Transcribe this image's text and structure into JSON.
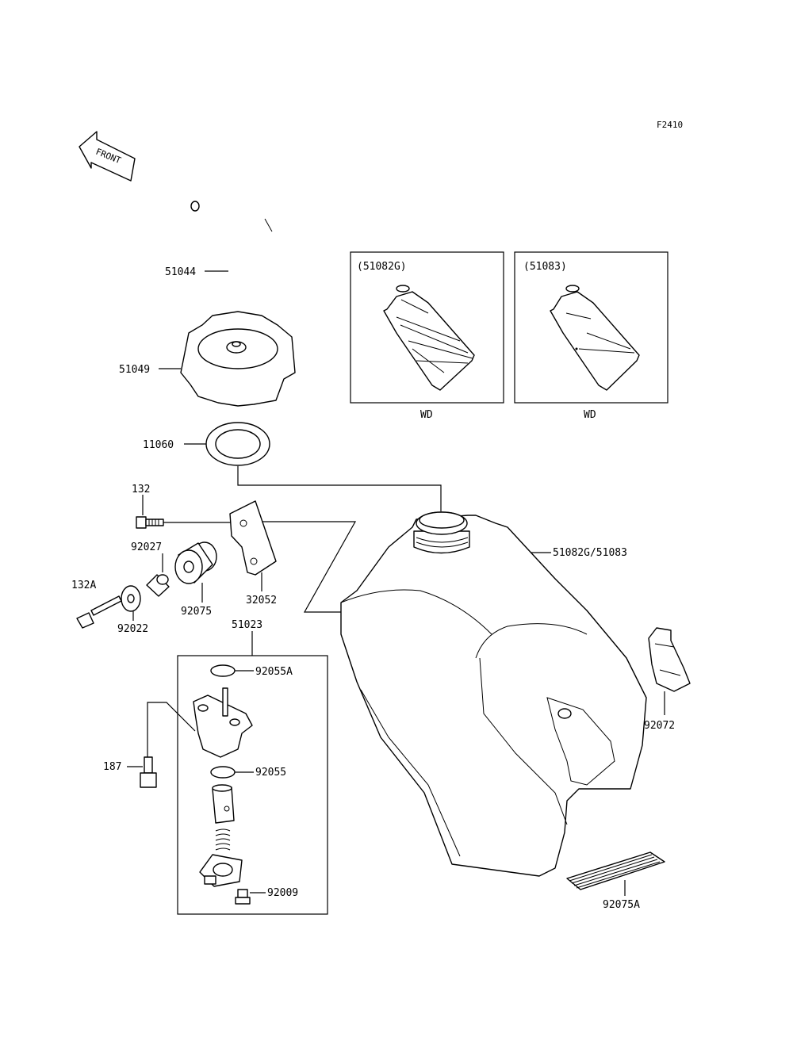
{
  "figure_code": "F2410",
  "front_label": "FRONT",
  "variants": [
    {
      "code": "(51082G)",
      "note": "WD"
    },
    {
      "code": "(51083)",
      "note": "WD"
    }
  ],
  "parts": {
    "p51044": "51044",
    "p51049": "51049",
    "p11060": "11060",
    "p132": "132",
    "p92027": "92027",
    "p132A": "132A",
    "p92075": "92075",
    "p32052": "32052",
    "p92022": "92022",
    "p51023": "51023",
    "p92055A": "92055A",
    "p187": "187",
    "p92055": "92055",
    "p92009": "92009",
    "p51082G51083": "51082G/51083",
    "p92072": "92072",
    "p92075A": "92075A"
  }
}
